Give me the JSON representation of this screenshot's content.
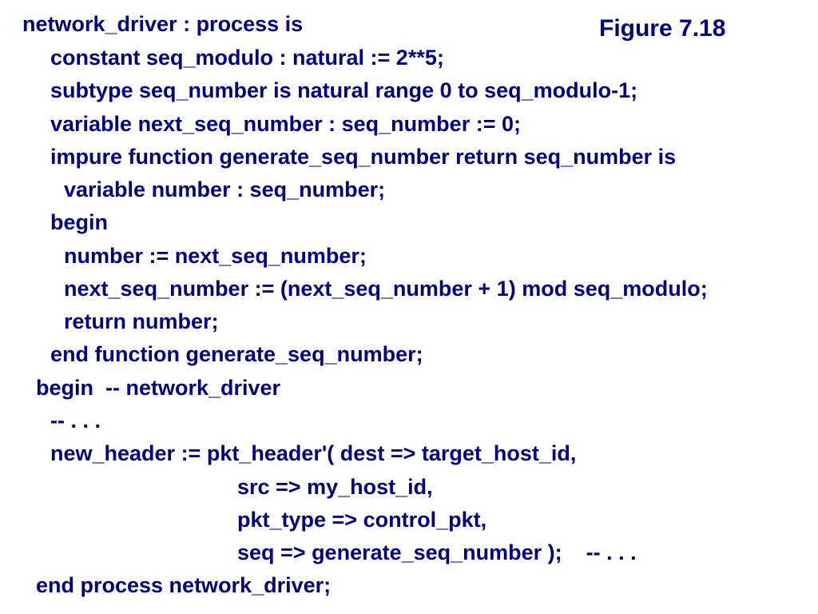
{
  "figure_label": "Figure 7.18",
  "code_lines": [
    "network_driver : process is",
    "constant seq_modulo : natural := 2**5;",
    "subtype seq_number is natural range 0 to seq_modulo-1;",
    "variable next_seq_number : seq_number := 0;",
    "impure function generate_seq_number return seq_number is",
    "variable number : seq_number;",
    "begin",
    "number := next_seq_number;",
    "next_seq_number := (next_seq_number + 1) mod seq_modulo;",
    "return number;",
    "end function generate_seq_number;",
    "begin  -- network_driver",
    "-- . . .",
    "new_header := pkt_header'( dest => target_host_id,",
    "src => my_host_id,",
    "pkt_type => control_pkt,",
    "seq => generate_seq_number );    -- . . .",
    "end process network_driver;"
  ],
  "colors": {
    "text": "#000080",
    "background": "#ffffff"
  }
}
